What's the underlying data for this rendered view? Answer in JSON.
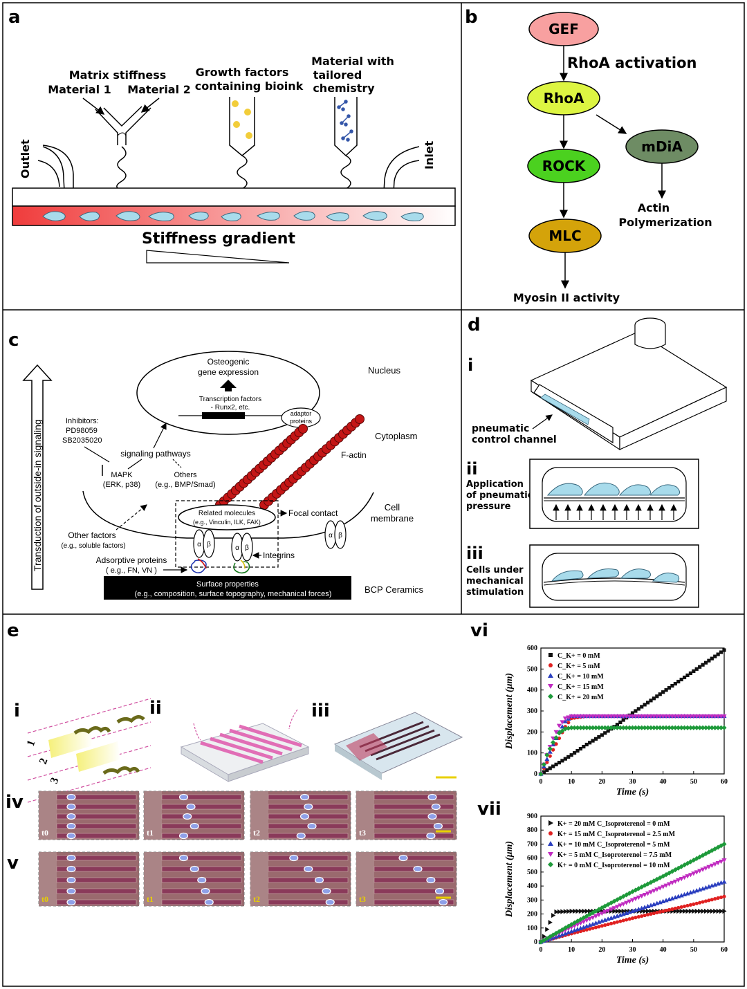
{
  "panels": {
    "a": "a",
    "b": "b",
    "c": "c",
    "d": "d",
    "e": "e"
  },
  "panel_a": {
    "matrix_stiffness": "Matrix stiffness",
    "material1": "Material 1",
    "material2": "Material 2",
    "growth_line1": "Growth factors",
    "growth_line2": "containing bioink",
    "tailored_line1": "Material with",
    "tailored_line2": "tailored",
    "tailored_line3": "chemistry",
    "outlet": "Outlet",
    "inlet": "Inlet",
    "gradient": "Stiffness gradient"
  },
  "panel_b": {
    "gef": "GEF",
    "rhoa_activation": "RhoA activation",
    "rhoa": "RhoA",
    "rock": "ROCK",
    "mdia": "mDiA",
    "mlc": "MLC",
    "actin_line1": "Actin",
    "actin_line2": "Polymerization",
    "myosin": "Myosin II activity",
    "colors": {
      "gef": "#f8a0a0",
      "rhoa": "#ddf542",
      "rock": "#4bd11f",
      "mdia": "#6e8c64",
      "mlc": "#d4a30a"
    }
  },
  "panel_c": {
    "transduction": "Transduction of outside-in signaling",
    "osteogenic_line1": "Osteogenic",
    "osteogenic_line2": "gene expression",
    "tf_line1": "Transcription factors",
    "tf_line2": "- Runx2, etc.",
    "adaptor_line1": "adaptor",
    "adaptor_line2": "proteins",
    "nucleus": "Nucleus",
    "cytoplasm": "Cytoplasm",
    "factin": "F-actin",
    "inhibitors": "Inhibitors:",
    "pd": "PD98059",
    "sb": "SB2035020",
    "signaling": "signaling pathways",
    "mapk": "MAPK",
    "mapk_sub": "(ERK, p38)",
    "others": "Others",
    "others_sub": "(e.g., BMP/Smad)",
    "related": "Related molecules",
    "related_sub": "(e.g., Vinculin, ILK, FAK)",
    "focal": "Focal contact",
    "cell": "Cell",
    "membrane": "membrane",
    "other_factors": "Other factors",
    "other_factors_sub": "(e.g., soluble factors)",
    "adsorptive": "Adsorptive proteins",
    "adsorptive_sub": "( e.g., FN, VN )",
    "integrins": "Integrins",
    "alpha": "α",
    "beta": "β",
    "surface": "Surface properties",
    "surface_sub": "(e.g., composition, surface topography, mechanical forces)",
    "bcp": "BCP Ceramics"
  },
  "panel_d": {
    "i": "i",
    "ii": "ii",
    "iii": "iii",
    "pneumatic_line1": "pneumatic",
    "pneumatic_line2": "control channel",
    "app_line1": "Application",
    "app_line2": "of pneumatic",
    "app_line3": "pressure",
    "cells_line1": "Cells under",
    "cells_line2": "mechanical",
    "cells_line3": "stimulation"
  },
  "panel_e": {
    "i": "i",
    "ii": "ii",
    "iii": "iii",
    "iv": "iv",
    "v": "v",
    "vi": "vi",
    "vii": "vii",
    "lanes": [
      "1",
      "2",
      "3"
    ],
    "frames": [
      "t0",
      "t1",
      "t2",
      "t3"
    ]
  },
  "chart_data": [
    {
      "type": "scatter",
      "title": "",
      "xlabel": "Time (s)",
      "ylabel": "Displacement (μm)",
      "xlim": [
        0,
        60
      ],
      "ylim": [
        0,
        600
      ],
      "xticks": [
        0,
        10,
        20,
        30,
        40,
        50,
        60
      ],
      "yticks": [
        0,
        100,
        200,
        300,
        400,
        500,
        600
      ],
      "legend_position": "top-left",
      "series": [
        {
          "name": "C_K+ = 0 mM",
          "color": "#111111",
          "marker": "square",
          "x": [
            0,
            5,
            10,
            15,
            20,
            25,
            30,
            35,
            40,
            45,
            50,
            55,
            60
          ],
          "y": [
            0,
            45,
            90,
            140,
            185,
            235,
            290,
            340,
            390,
            440,
            490,
            540,
            590
          ]
        },
        {
          "name": "C_K+ = 5 mM",
          "color": "#e02020",
          "marker": "circle",
          "x": [
            0,
            2,
            4,
            6,
            8,
            10,
            15,
            20,
            30,
            40,
            50,
            60
          ],
          "y": [
            0,
            55,
            115,
            170,
            225,
            265,
            275,
            275,
            275,
            275,
            275,
            275
          ]
        },
        {
          "name": "C_K+ = 10 mM",
          "color": "#2b3fbf",
          "marker": "triangle-up",
          "x": [
            0,
            2,
            4,
            6,
            8,
            10,
            15,
            20,
            30,
            40,
            50,
            60
          ],
          "y": [
            0,
            70,
            140,
            200,
            250,
            275,
            275,
            275,
            275,
            275,
            275,
            275
          ]
        },
        {
          "name": "C_K+ = 15 mM",
          "color": "#c02bc0",
          "marker": "triangle-down",
          "x": [
            0,
            2,
            4,
            6,
            8,
            10,
            15,
            20,
            30,
            40,
            50,
            60
          ],
          "y": [
            0,
            90,
            170,
            230,
            265,
            275,
            275,
            275,
            275,
            275,
            275,
            275
          ]
        },
        {
          "name": "C_K+ = 20 mM",
          "color": "#1e9a3a",
          "marker": "diamond",
          "x": [
            0,
            2,
            4,
            6,
            8,
            10,
            15,
            20,
            30,
            40,
            50,
            60
          ],
          "y": [
            0,
            90,
            150,
            195,
            215,
            220,
            220,
            220,
            220,
            220,
            220,
            220
          ]
        }
      ]
    },
    {
      "type": "scatter",
      "title": "",
      "xlabel": "Time (s)",
      "ylabel": "Displacement (μm)",
      "xlim": [
        0,
        60
      ],
      "ylim": [
        0,
        900
      ],
      "xticks": [
        0,
        10,
        20,
        30,
        40,
        50,
        60
      ],
      "yticks": [
        0,
        100,
        200,
        300,
        400,
        500,
        600,
        700,
        800,
        900
      ],
      "legend_position": "top-left",
      "series": [
        {
          "name": "K+ = 20 mM  C_Isoproterenol = 0 mM",
          "color": "#111111",
          "marker": "triangle-right",
          "x": [
            0,
            1,
            2,
            3,
            4,
            5,
            10,
            20,
            30,
            40,
            50,
            60
          ],
          "y": [
            0,
            40,
            90,
            140,
            190,
            215,
            220,
            220,
            220,
            220,
            220,
            220
          ]
        },
        {
          "name": "K+ = 15 mM  C_Isoproterenol = 2.5 mM",
          "color": "#e02020",
          "marker": "circle",
          "x": [
            0,
            10,
            20,
            30,
            40,
            50,
            60
          ],
          "y": [
            0,
            60,
            115,
            170,
            220,
            270,
            325
          ]
        },
        {
          "name": "K+ = 10 mM  C_Isoproterenol = 5 mM",
          "color": "#2b3fbf",
          "marker": "triangle-up",
          "x": [
            0,
            10,
            20,
            30,
            40,
            50,
            60
          ],
          "y": [
            0,
            75,
            150,
            220,
            290,
            360,
            430
          ]
        },
        {
          "name": "K+ = 5 mM  C_Isoproterenol = 7.5 mM",
          "color": "#c02bc0",
          "marker": "triangle-down",
          "x": [
            0,
            10,
            20,
            30,
            40,
            50,
            60
          ],
          "y": [
            0,
            105,
            205,
            300,
            395,
            490,
            585
          ]
        },
        {
          "name": "K+ = 0 mM  C_Isoproterenol = 10 mM",
          "color": "#1e9a3a",
          "marker": "diamond",
          "x": [
            0,
            10,
            20,
            30,
            40,
            50,
            60
          ],
          "y": [
            0,
            125,
            245,
            360,
            470,
            585,
            700
          ]
        }
      ]
    }
  ]
}
